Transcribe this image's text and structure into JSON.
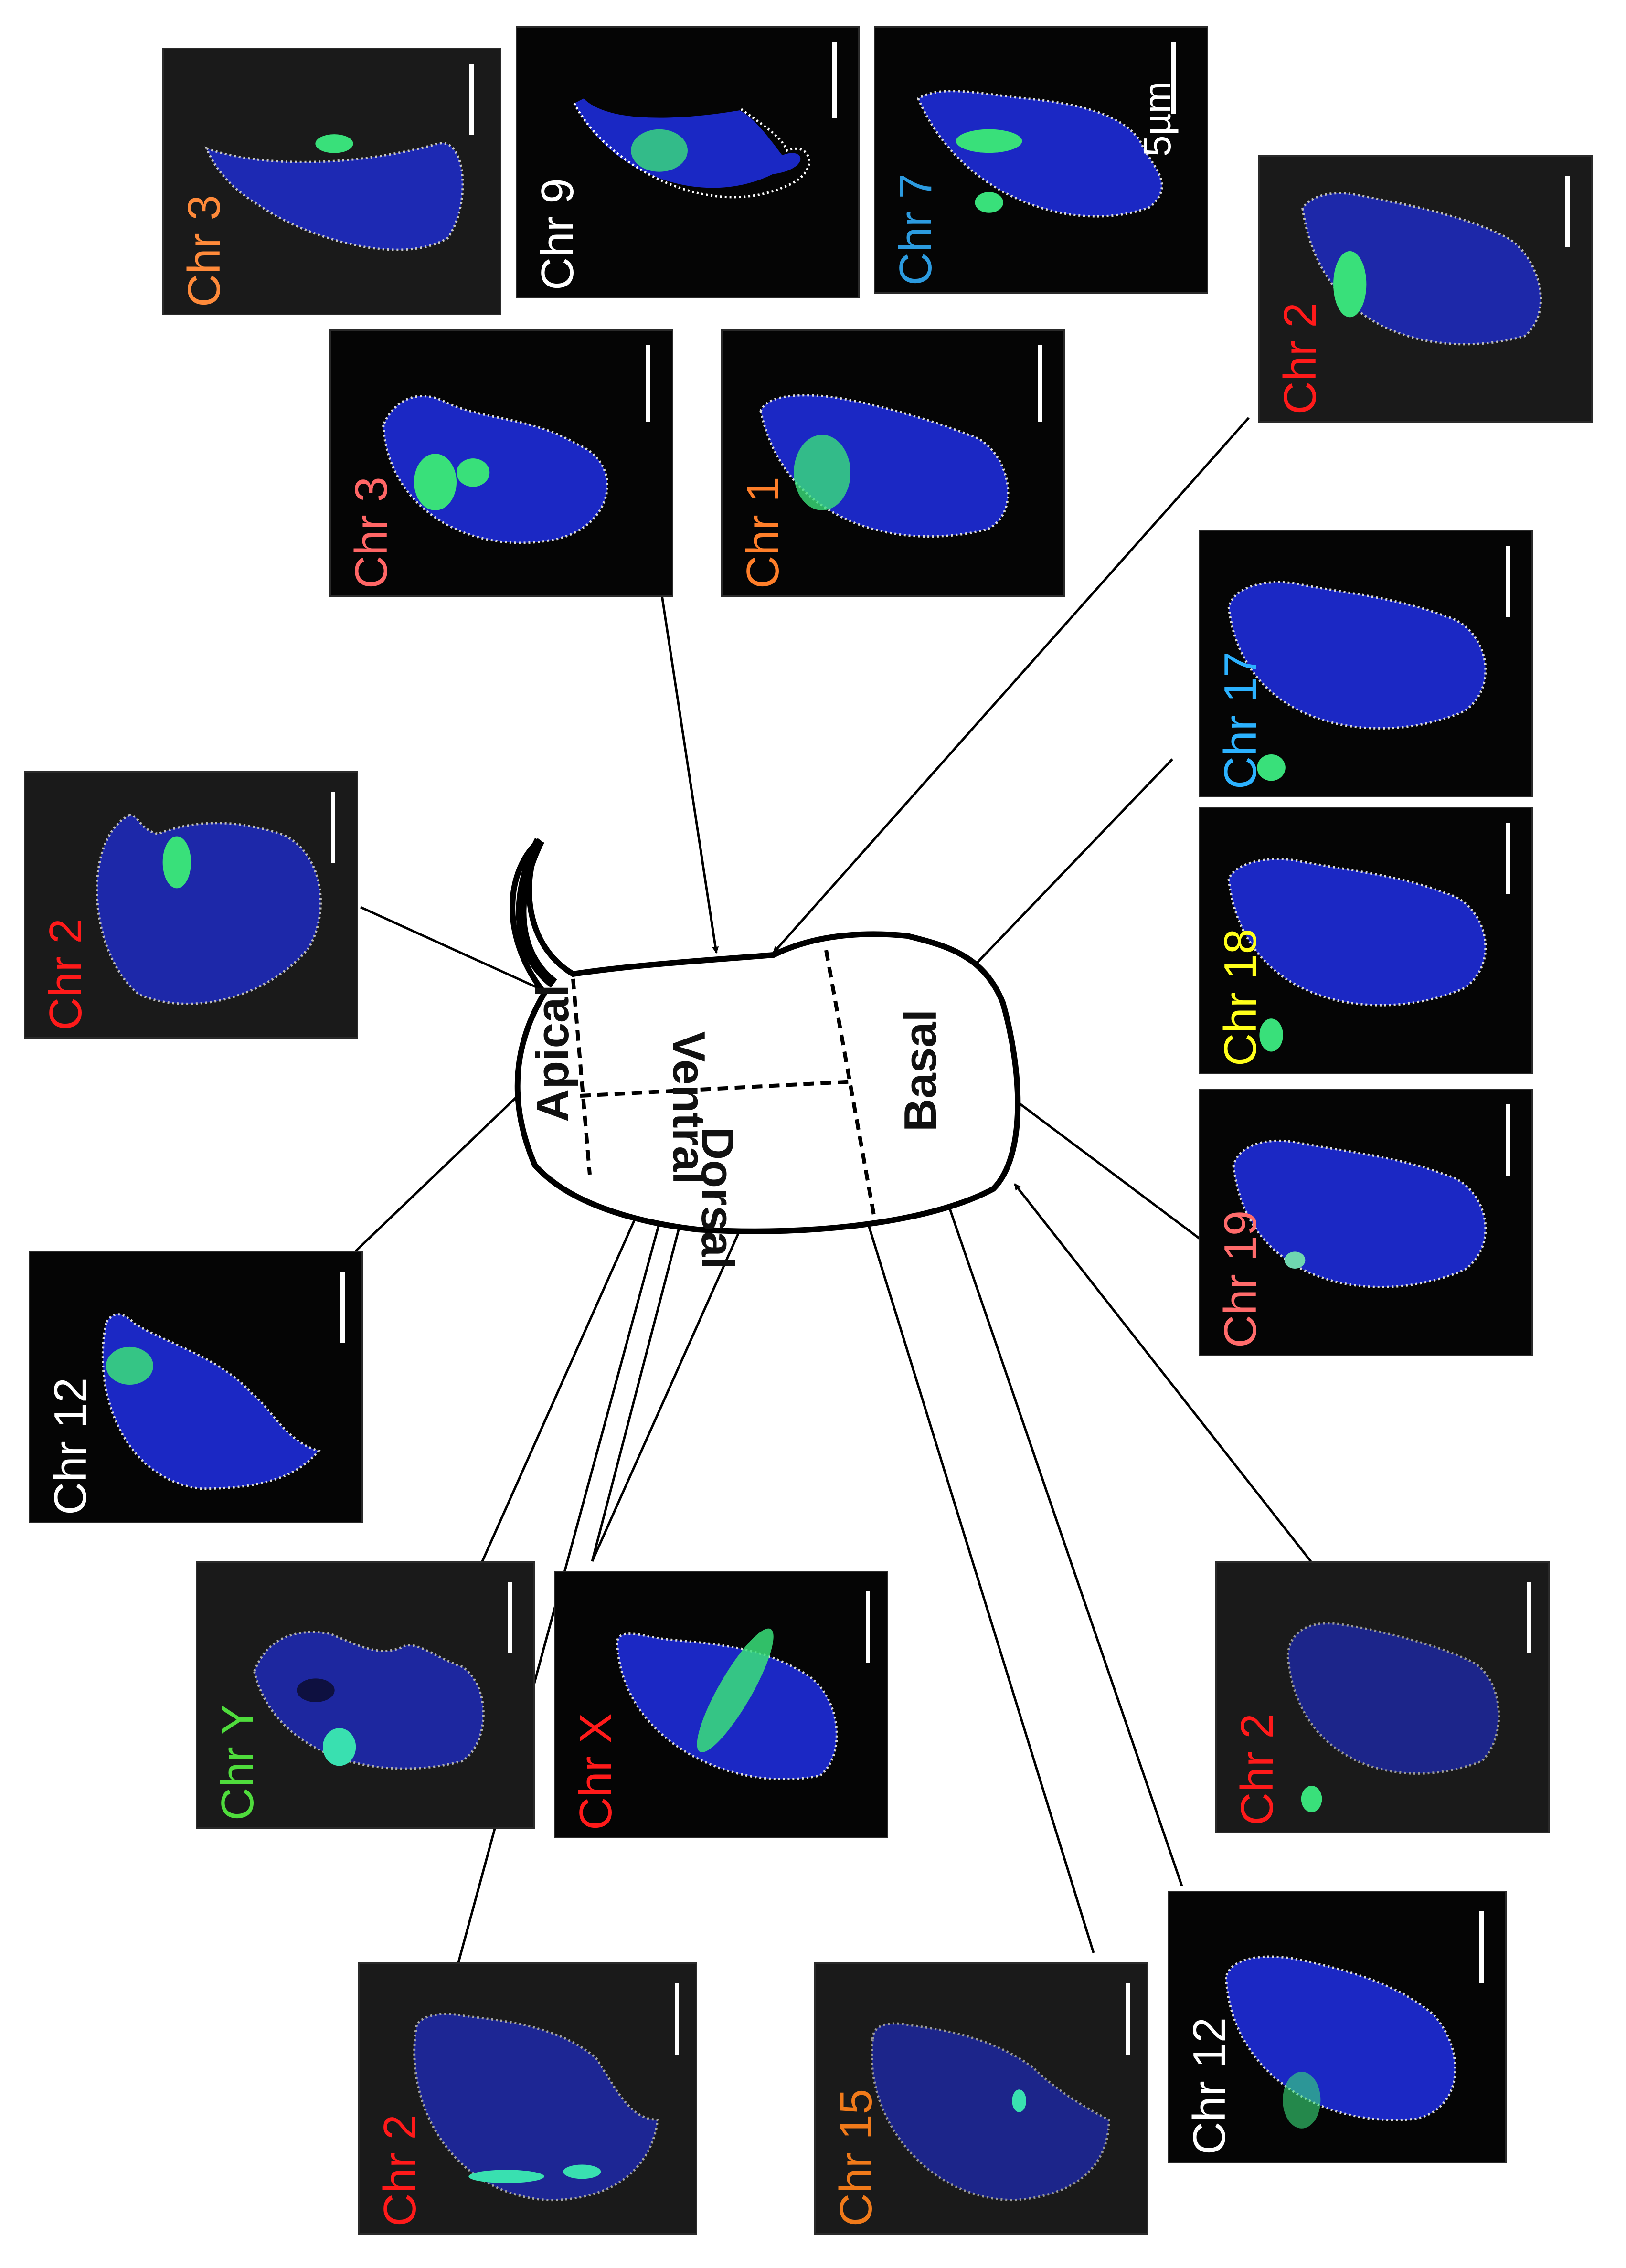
{
  "schematic": {
    "regions": {
      "apical": "Apical",
      "ventral": "Ventral",
      "dorsal": "Dorsal",
      "basal": "Basal"
    },
    "scale_label": "5µm"
  },
  "colors": {
    "nucleus": "#1f2fe6",
    "signal": "#39e07a",
    "outline": "#ffffff"
  },
  "panels": [
    {
      "id": "p1",
      "label": "Chr 3",
      "color": "#ff8a3a"
    },
    {
      "id": "p2",
      "label": "Chr 9",
      "color": "#ffffff"
    },
    {
      "id": "p3",
      "label": "Chr 7",
      "color": "#2c9be0"
    },
    {
      "id": "p4",
      "label": "Chr 3",
      "color": "#ff6666"
    },
    {
      "id": "p5",
      "label": "Chr 1",
      "color": "#ff7f2a"
    },
    {
      "id": "p6",
      "label": "Chr 2",
      "color": "#ff1a1a"
    },
    {
      "id": "p7",
      "label": "Chr 17",
      "color": "#2cb2ff"
    },
    {
      "id": "p8",
      "label": "Chr 18",
      "color": "#ffff1a"
    },
    {
      "id": "p9",
      "label": "Chr 19",
      "color": "#ff6b6b"
    },
    {
      "id": "p10",
      "label": "Chr 2",
      "color": "#ff1a1a"
    },
    {
      "id": "p11",
      "label": "Chr 12",
      "color": "#ffffff"
    },
    {
      "id": "p12",
      "label": "Chr Y",
      "color": "#4fdc3c"
    },
    {
      "id": "p13",
      "label": "Chr X",
      "color": "#ff1a1a"
    },
    {
      "id": "p14",
      "label": "Chr 2",
      "color": "#ff1a1a"
    },
    {
      "id": "p15",
      "label": "Chr 2",
      "color": "#ff1a1a"
    },
    {
      "id": "p16",
      "label": "Chr 15",
      "color": "#f07a1a"
    },
    {
      "id": "p17",
      "label": "Chr 12",
      "color": "#ffffff"
    }
  ]
}
